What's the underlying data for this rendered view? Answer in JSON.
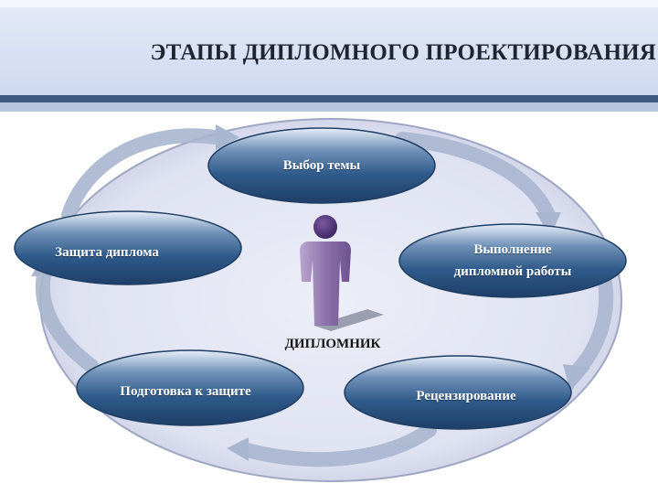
{
  "title": "ЭТАПЫ ДИПЛОМНОГО ПРОЕКТИРОВАНИЯ",
  "center_label": "ДИПЛОМНИК",
  "stages": [
    {
      "label": "Выбор темы"
    },
    {
      "label_line1": "Выполнение",
      "label_line2": "дипломной работы"
    },
    {
      "label": "Рецензирование"
    },
    {
      "label": "Подготовка к защите"
    },
    {
      "label": "Защита диплома"
    }
  ],
  "colors": {
    "node_fill": "#2e5a8a",
    "node_highlight": "#dbe7f4",
    "ring": "#dcdff0",
    "arrow": "#a9b6cf",
    "figure": "#8a6fa8",
    "header_bar": "#3e5a82"
  },
  "icons": {
    "center": "person-icon",
    "connector": "curved-arrow-icon"
  }
}
